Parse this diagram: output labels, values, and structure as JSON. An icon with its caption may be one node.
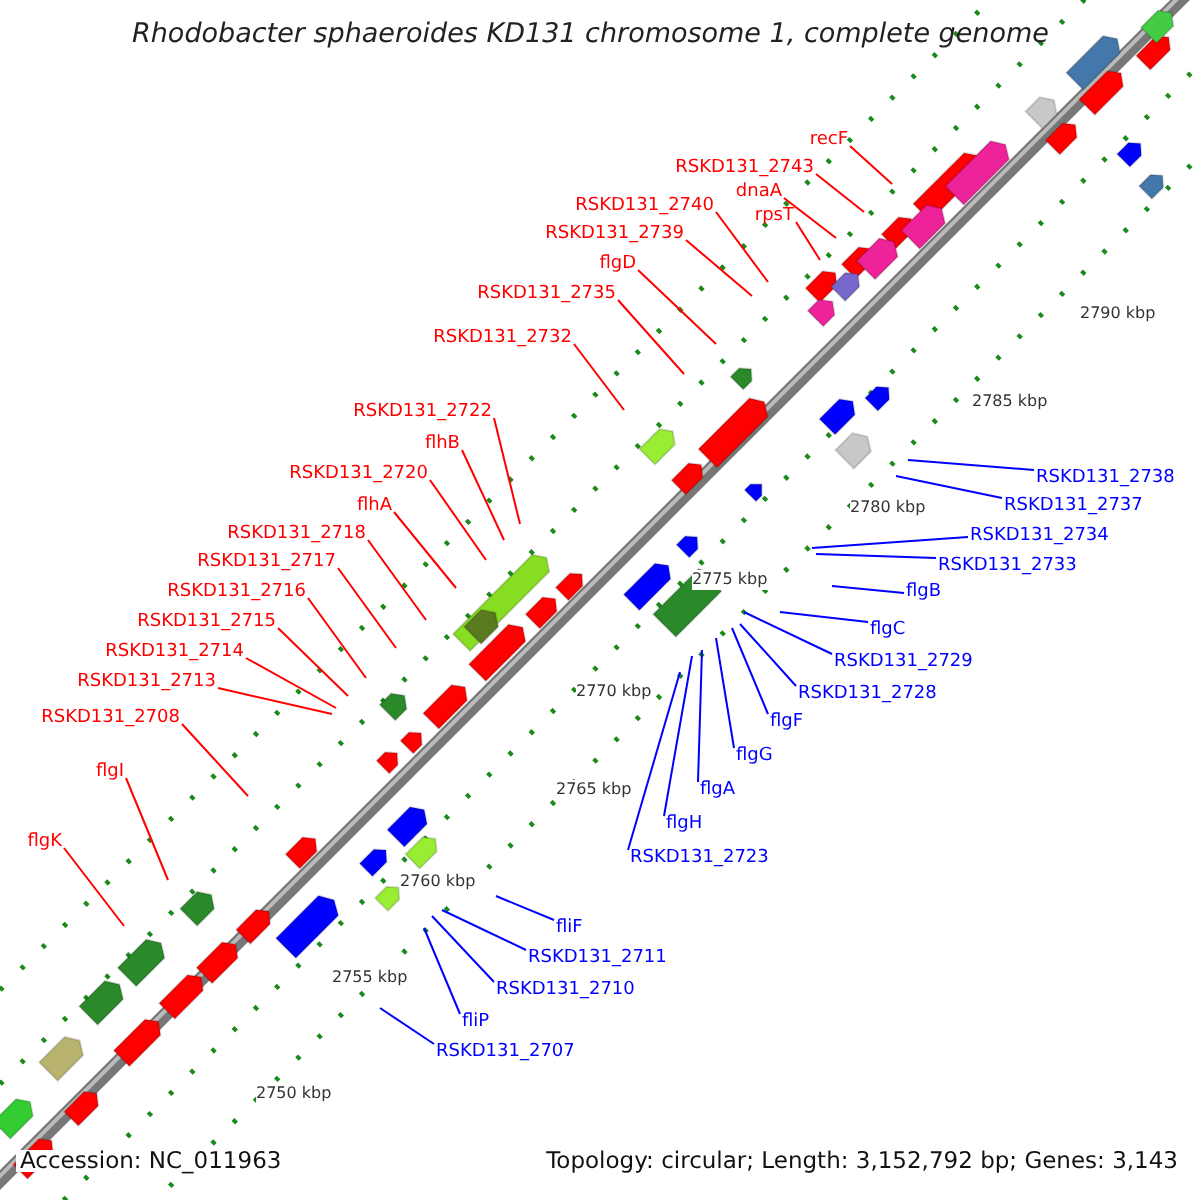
{
  "diagram": {
    "title": "Rhodobacter sphaeroides KD131 chromosome 1, complete genome",
    "nodes": [
      {
        "text": [
          "recF"
        ]
      },
      {
        "text": [
          "RSKD131_2743"
        ]
      },
      {
        "text": [
          "dnaA"
        ]
      },
      {
        "text": [
          "rpsT"
        ]
      },
      {
        "text": [
          "RSKD131_2740"
        ]
      },
      {
        "text": [
          "RSKD131_2739"
        ]
      },
      {
        "text": [
          "flgD"
        ]
      },
      {
        "text": [
          "RSKD131_2735"
        ]
      },
      {
        "text": [
          "RSKD131_2732"
        ]
      },
      {
        "text": [
          "RSKD131_2722"
        ]
      },
      {
        "text": [
          "flhB"
        ]
      },
      {
        "text": [
          "RSKD131_2720"
        ]
      },
      {
        "text": [
          "flhA"
        ]
      },
      {
        "text": [
          "RSKD131_2718"
        ]
      },
      {
        "text": [
          "RSKD131_2717"
        ]
      },
      {
        "text": [
          "RSKD131_2716"
        ]
      },
      {
        "text": [
          "RSKD131_2715"
        ]
      },
      {
        "text": [
          "RSKD131_2714"
        ]
      },
      {
        "text": [
          "RSKD131_2713"
        ]
      },
      {
        "text": [
          "RSKD131_2708"
        ]
      },
      {
        "text": [
          "flgI"
        ]
      },
      {
        "text": [
          "flgK"
        ]
      },
      {
        "text": [
          "RSKD131_2738"
        ]
      },
      {
        "text": [
          "RSKD131_2737"
        ]
      },
      {
        "text": [
          "RSKD131_2734"
        ]
      },
      {
        "text": [
          "RSKD131_2733"
        ]
      },
      {
        "text": [
          "flgB"
        ]
      },
      {
        "text": [
          "flgC"
        ]
      },
      {
        "text": [
          "RSKD131_2729"
        ]
      },
      {
        "text": [
          "RSKD131_2728"
        ]
      },
      {
        "text": [
          "flgF"
        ]
      },
      {
        "text": [
          "flgG"
        ]
      },
      {
        "text": [
          "flgA"
        ]
      },
      {
        "text": [
          "flgH"
        ]
      },
      {
        "text": [
          "RSKD131_2723"
        ]
      },
      {
        "text": [
          "fliF"
        ]
      },
      {
        "text": [
          "RSKD131_2711"
        ]
      },
      {
        "text": [
          "RSKD131_2710"
        ]
      },
      {
        "text": [
          "fliP"
        ]
      },
      {
        "text": [
          "RSKD131_2707"
        ]
      }
    ],
    "edges": [
      {
        "from": 0,
        "to": null,
        "arrow": "none"
      },
      {
        "from": 1,
        "to": null,
        "arrow": "none"
      },
      {
        "from": 2,
        "to": null,
        "arrow": "none"
      },
      {
        "from": 3,
        "to": null,
        "arrow": "none"
      },
      {
        "from": 4,
        "to": null,
        "arrow": "none"
      },
      {
        "from": 5,
        "to": null,
        "arrow": "none"
      },
      {
        "from": 6,
        "to": null,
        "arrow": "none"
      },
      {
        "from": 7,
        "to": null,
        "arrow": "none"
      },
      {
        "from": 8,
        "to": null,
        "arrow": "none"
      },
      {
        "from": 9,
        "to": null,
        "arrow": "none"
      },
      {
        "from": 10,
        "to": null,
        "arrow": "none"
      },
      {
        "from": 11,
        "to": null,
        "arrow": "none"
      },
      {
        "from": 12,
        "to": null,
        "arrow": "none"
      },
      {
        "from": 13,
        "to": null,
        "arrow": "none"
      },
      {
        "from": 14,
        "to": null,
        "arrow": "none"
      },
      {
        "from": 15,
        "to": null,
        "arrow": "none"
      },
      {
        "from": 16,
        "to": null,
        "arrow": "none"
      },
      {
        "from": 17,
        "to": null,
        "arrow": "none"
      },
      {
        "from": 18,
        "to": null,
        "arrow": "none"
      },
      {
        "from": 19,
        "to": null,
        "arrow": "none"
      },
      {
        "from": 20,
        "to": null,
        "arrow": "none"
      },
      {
        "from": 21,
        "to": null,
        "arrow": "none"
      },
      {
        "from": 22,
        "to": null,
        "arrow": "none",
        "color": "#0000ff"
      },
      {
        "from": 23,
        "to": null,
        "arrow": "none",
        "color": "#0000ff"
      },
      {
        "from": 24,
        "to": null,
        "arrow": "none",
        "color": "#0000ff"
      },
      {
        "from": 25,
        "to": null,
        "arrow": "none",
        "color": "#0000ff"
      },
      {
        "from": 26,
        "to": null,
        "arrow": "none",
        "color": "#0000ff"
      },
      {
        "from": 27,
        "to": null,
        "arrow": "none",
        "color": "#0000ff"
      },
      {
        "from": 28,
        "to": null,
        "arrow": "none",
        "color": "#0000ff"
      },
      {
        "from": 29,
        "to": null,
        "arrow": "none",
        "color": "#0000ff"
      },
      {
        "from": 30,
        "to": null,
        "arrow": "none",
        "color": "#0000ff"
      },
      {
        "from": 31,
        "to": null,
        "arrow": "none",
        "color": "#0000ff"
      },
      {
        "from": 32,
        "to": null,
        "arrow": "none",
        "color": "#0000ff"
      },
      {
        "from": 33,
        "to": null,
        "arrow": "none",
        "color": "#0000ff"
      },
      {
        "from": 34,
        "to": null,
        "arrow": "none",
        "color": "#0000ff"
      },
      {
        "from": 35,
        "to": null,
        "arrow": "none",
        "color": "#0000ff"
      },
      {
        "from": 36,
        "to": null,
        "arrow": "none",
        "color": "#0000ff"
      },
      {
        "from": 37,
        "to": null,
        "arrow": "none",
        "color": "#0000ff"
      },
      {
        "from": 38,
        "to": null,
        "arrow": "none",
        "color": "#0000ff"
      },
      {
        "from": 39,
        "to": null,
        "arrow": "none",
        "color": "#0000ff"
      }
    ],
    "labels": [
      "2790 kbp",
      "2785 kbp",
      "2780 kbp",
      "2775 kbp",
      "2770 kbp",
      "2765 kbp",
      "2760 kbp",
      "2755 kbp",
      "2750 kbp",
      "Accession: NC_011963",
      "Topology: circular; Length: 3,152,792 bp; Genes: 3,143"
    ]
  }
}
